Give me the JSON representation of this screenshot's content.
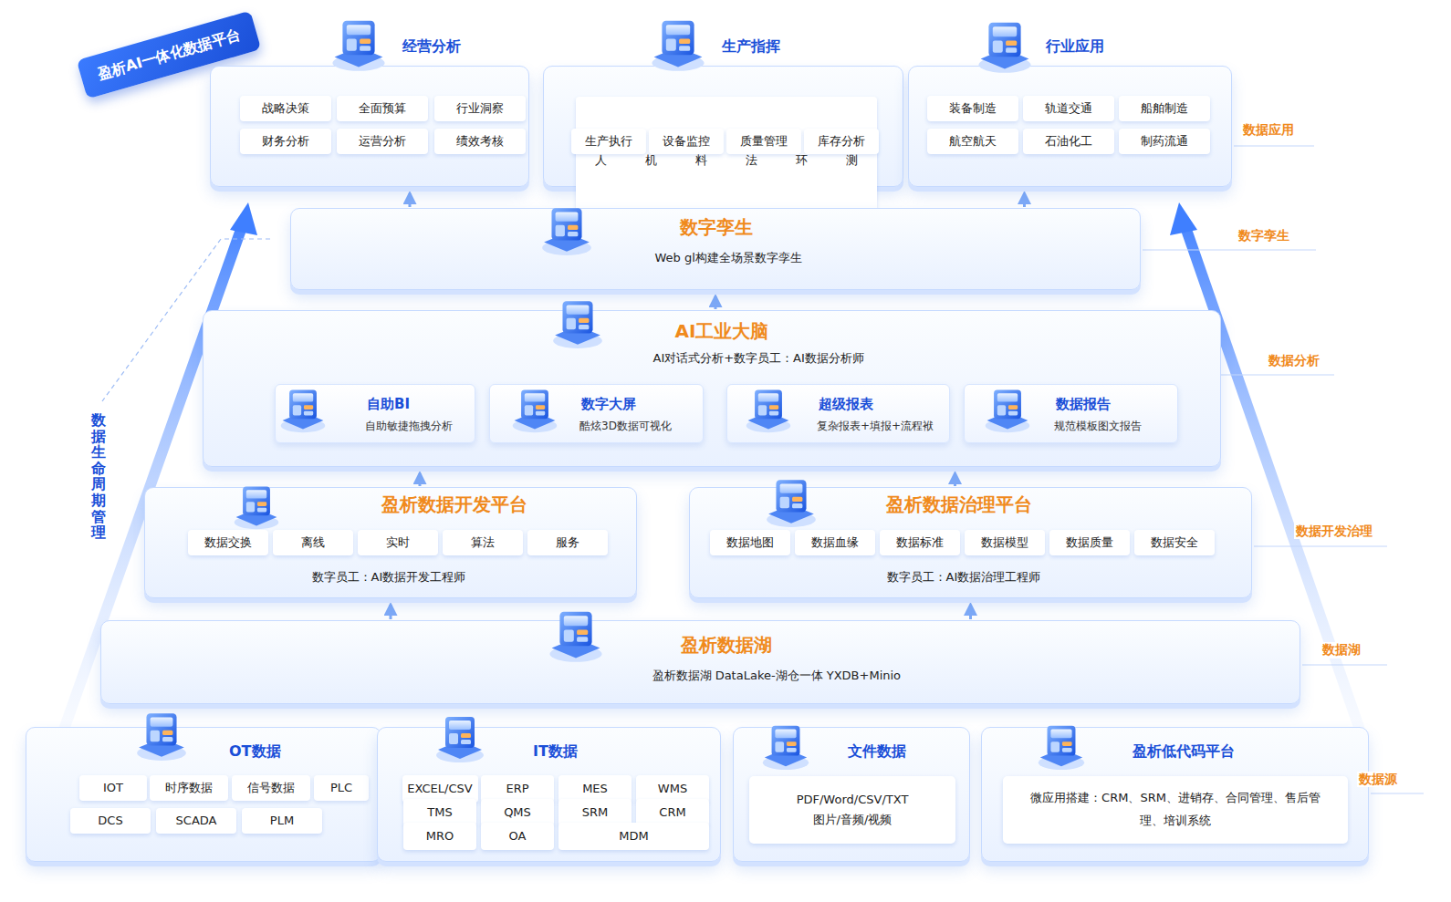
{
  "diagram": {
    "title": "盈析AI一体化数据平台",
    "nodes": [
      {
        "text": [
          "经营分析"
        ]
      },
      {
        "text": [
          "战略决策"
        ],
        "in": 0
      },
      {
        "text": [
          "全面预算"
        ],
        "in": 0
      },
      {
        "text": [
          "行业洞察"
        ],
        "in": 0
      },
      {
        "text": [
          "财务分析"
        ],
        "in": 0
      },
      {
        "text": [
          "运营分析"
        ],
        "in": 0
      },
      {
        "text": [
          "绩效考核"
        ],
        "in": 0
      },
      {
        "text": [
          "生产指挥"
        ]
      },
      {
        "text": [
          "人",
          "机",
          "料",
          "法",
          "环",
          "测"
        ],
        "in": 7
      },
      {
        "text": [
          "生产执行"
        ],
        "in": 7
      },
      {
        "text": [
          "设备监控"
        ],
        "in": 7
      },
      {
        "text": [
          "质量管理"
        ],
        "in": 7
      },
      {
        "text": [
          "库存分析"
        ],
        "in": 7
      },
      {
        "text": [
          "行业应用"
        ]
      },
      {
        "text": [
          "装备制造"
        ],
        "in": 13
      },
      {
        "text": [
          "轨道交通"
        ],
        "in": 13
      },
      {
        "text": [
          "船舶制造"
        ],
        "in": 13
      },
      {
        "text": [
          "航空航天"
        ],
        "in": 13
      },
      {
        "text": [
          "石油化工"
        ],
        "in": 13
      },
      {
        "text": [
          "制药流通"
        ],
        "in": 13
      },
      {
        "text": [
          "数字孪生",
          "Web gl构建全场景数字孪生"
        ]
      },
      {
        "text": [
          "AI工业大脑",
          "AI对话式分析+数字员工：AI数据分析师"
        ]
      },
      {
        "text": [
          "自助BI",
          "自助敏捷拖拽分析"
        ],
        "in": 21
      },
      {
        "text": [
          "数字大屏",
          "酷炫3D数据可视化"
        ],
        "in": 21
      },
      {
        "text": [
          "超级报表",
          "复杂报表+填报+流程袱"
        ],
        "in": 21
      },
      {
        "text": [
          "数据报告",
          "规范模板图文报告"
        ],
        "in": 21
      },
      {
        "text": [
          "盈析数据开发平台",
          "数字员工：AI数据开发工程师"
        ]
      },
      {
        "text": [
          "数据交换"
        ],
        "in": 26
      },
      {
        "text": [
          "离线"
        ],
        "in": 26
      },
      {
        "text": [
          "实时"
        ],
        "in": 26
      },
      {
        "text": [
          "算法"
        ],
        "in": 26
      },
      {
        "text": [
          "服务"
        ],
        "in": 26
      },
      {
        "text": [
          "盈析数据治理平台",
          "数字员工：AI数据治理工程师"
        ]
      },
      {
        "text": [
          "数据地图"
        ],
        "in": 32
      },
      {
        "text": [
          "数据血缘"
        ],
        "in": 32
      },
      {
        "text": [
          "数据标准"
        ],
        "in": 32
      },
      {
        "text": [
          "数据模型"
        ],
        "in": 32
      },
      {
        "text": [
          "数据质量"
        ],
        "in": 32
      },
      {
        "text": [
          "数据安全"
        ],
        "in": 32
      },
      {
        "text": [
          "盈析数据湖",
          "盈析数据湖 DataLake-湖仓一体 YXDB+Minio"
        ]
      },
      {
        "text": [
          "OT数据"
        ]
      },
      {
        "text": [
          "IOT"
        ],
        "in": 40
      },
      {
        "text": [
          "时序数据"
        ],
        "in": 40
      },
      {
        "text": [
          "信号数据"
        ],
        "in": 40
      },
      {
        "text": [
          "PLC"
        ],
        "in": 40
      },
      {
        "text": [
          "DCS"
        ],
        "in": 40
      },
      {
        "text": [
          "SCADA"
        ],
        "in": 40
      },
      {
        "text": [
          "PLM"
        ],
        "in": 40
      },
      {
        "text": [
          "IT数据"
        ]
      },
      {
        "text": [
          "EXCEL/CSV"
        ],
        "in": 48
      },
      {
        "text": [
          "ERP"
        ],
        "in": 48
      },
      {
        "text": [
          "MES"
        ],
        "in": 48
      },
      {
        "text": [
          "WMS"
        ],
        "in": 48
      },
      {
        "text": [
          "TMS"
        ],
        "in": 48
      },
      {
        "text": [
          "QMS"
        ],
        "in": 48
      },
      {
        "text": [
          "SRM"
        ],
        "in": 48
      },
      {
        "text": [
          "CRM"
        ],
        "in": 48
      },
      {
        "text": [
          "MRO"
        ],
        "in": 48
      },
      {
        "text": [
          "OA"
        ],
        "in": 48
      },
      {
        "text": [
          "MDM"
        ],
        "in": 48
      },
      {
        "text": [
          "文件数据"
        ]
      },
      {
        "text": [
          "PDF/Word/CSV/TXT",
          "图片/音频/视频"
        ],
        "in": 60
      },
      {
        "text": [
          "盈析低代码平台"
        ]
      },
      {
        "text": [
          "微应用搭建：CRM、SRM、进销存、合同管理、售后管理、培训系统"
        ],
        "in": 62
      }
    ],
    "edges": [
      {
        "from": 39,
        "to": 26,
        "arrow": "to"
      },
      {
        "from": 39,
        "to": 32,
        "arrow": "to"
      },
      {
        "from": 26,
        "to": 21,
        "arrow": "to"
      },
      {
        "from": 32,
        "to": 21,
        "arrow": "to"
      },
      {
        "from": 21,
        "to": 20,
        "arrow": "to"
      },
      {
        "from": 20,
        "to": 0,
        "arrow": "to"
      },
      {
        "from": 20,
        "to": 13,
        "arrow": "to"
      }
    ],
    "labels": [
      "数据应用",
      "数字孪生",
      "数据分析",
      "数据开发治理",
      "数据湖",
      "数据源",
      "数据生命周期管理"
    ]
  }
}
